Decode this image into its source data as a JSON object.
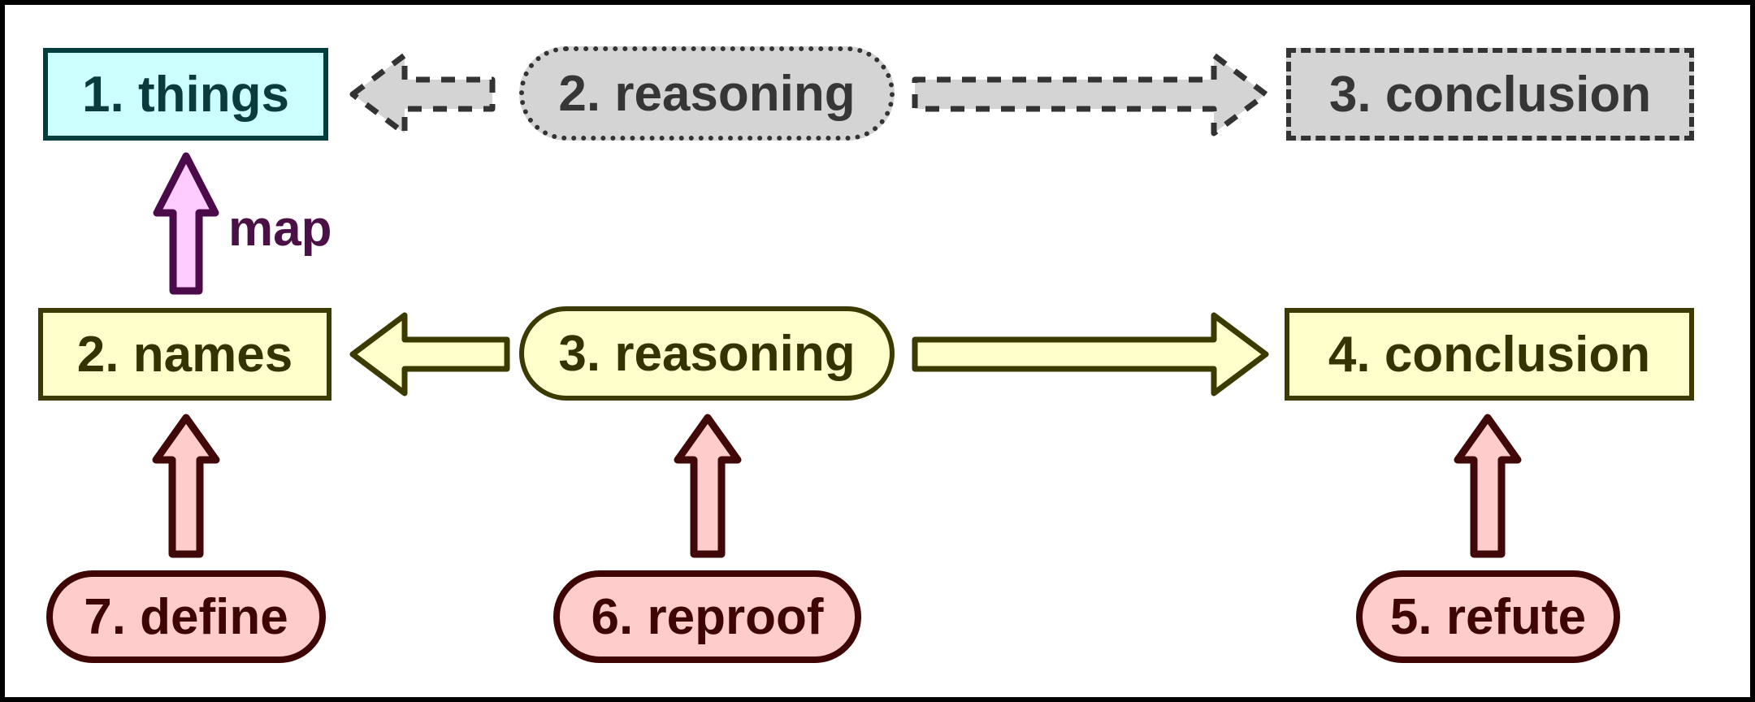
{
  "diagram": {
    "title_implicit": "reasoning flow diagram",
    "top_row": {
      "things": {
        "label": "1. things"
      },
      "reasoning": {
        "label": "2. reasoning"
      },
      "conclusion": {
        "label": "3. conclusion"
      }
    },
    "middle_row": {
      "names": {
        "label": "2. names"
      },
      "reasoning": {
        "label": "3. reasoning"
      },
      "conclusion": {
        "label": "4. conclusion"
      }
    },
    "bottom_row": {
      "refute": {
        "label": "5. refute"
      },
      "reproof": {
        "label": "6. reproof"
      },
      "define": {
        "label": "7. define"
      }
    },
    "map_arrow_label": "map",
    "arrows": {
      "top_left": "dashed gray arrow from 2. reasoning to 1. things",
      "top_right": "dashed gray arrow from 2. reasoning to 3. conclusion",
      "mid_left": "yellow arrow from 3. reasoning to 2. names",
      "mid_right": "yellow arrow from 3. reasoning to 4. conclusion",
      "map": "magenta arrow from 2. names up to 1. things",
      "define_up": "pink arrow from 7. define up to 2. names",
      "reproof_up": "pink arrow from 6. reproof up to 3. reasoning",
      "refute_up": "pink arrow from 5. refute up to 4. conclusion"
    },
    "colors": {
      "background": "#ffffff",
      "frame": "#000000",
      "cyan_fill": "#ccffff",
      "teal_border": "#003d3d",
      "gray_fill": "#d4d4d4",
      "gray_dark": "#333333",
      "yellow_fill": "#ffffcc",
      "olive_border": "#3b3b00",
      "pink_fill": "#ffcccc",
      "maroon_border": "#3f0505",
      "magenta_fill": "#ffccff",
      "purple_border": "#4b0b4b",
      "map_text": "#4b1045"
    }
  }
}
